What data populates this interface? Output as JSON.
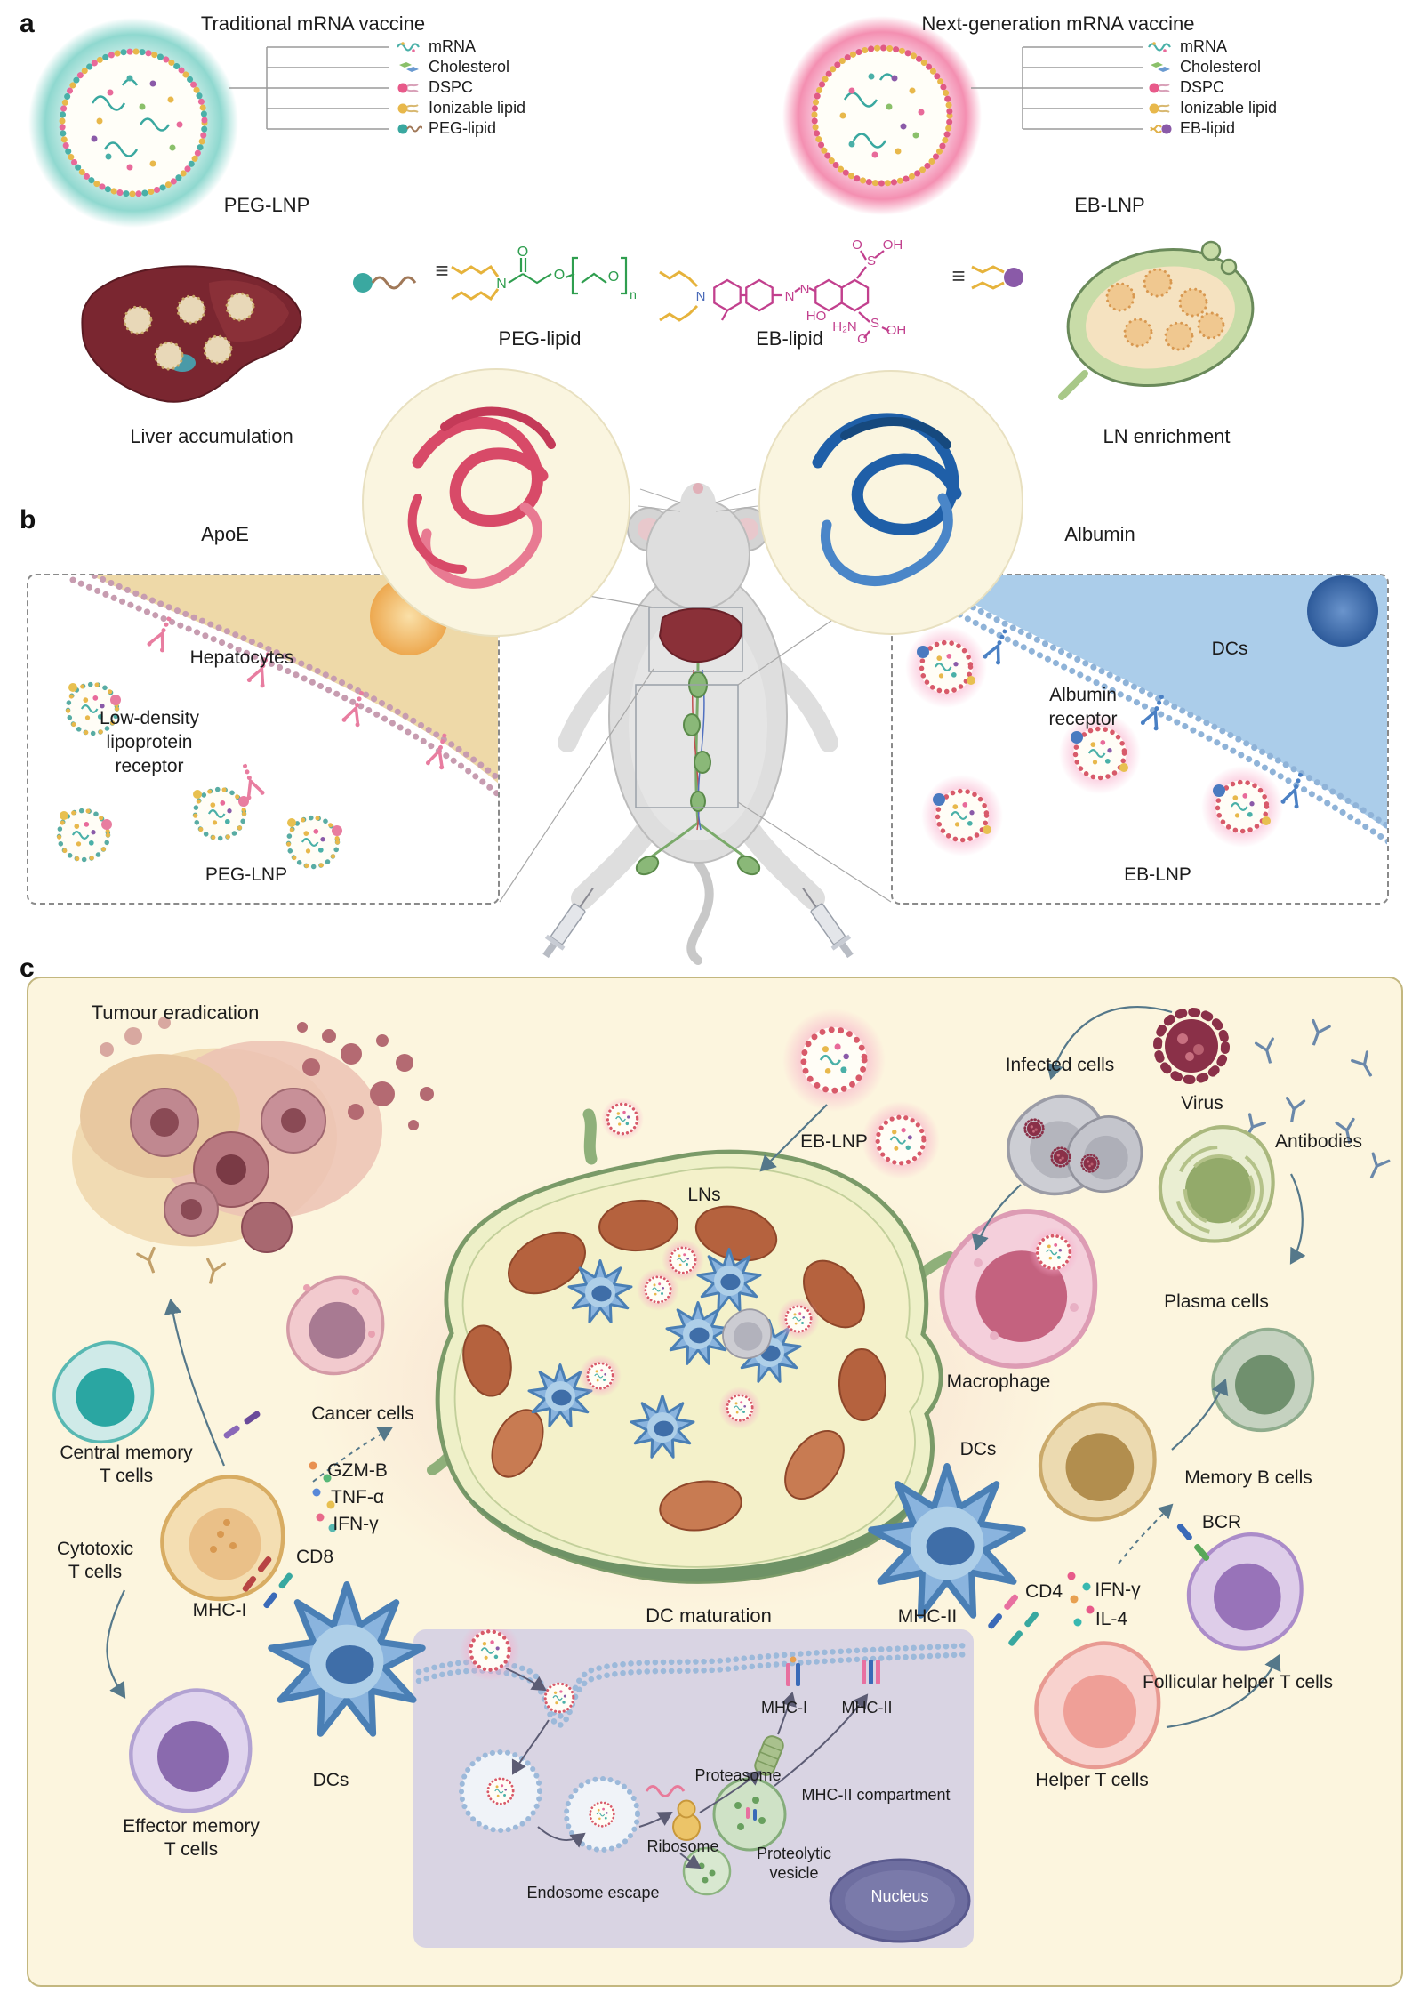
{
  "a": {
    "panel_letter": "a",
    "traditional_title": "Traditional mRNA vaccine",
    "nextgen_title": "Next-generation mRNA vaccine",
    "legend_left": [
      "mRNA",
      "Cholesterol",
      "DSPC",
      "Ionizable lipid",
      "PEG-lipid"
    ],
    "legend_right": [
      "mRNA",
      "Cholesterol",
      "DSPC",
      "Ionizable lipid",
      "EB-lipid"
    ],
    "peg_lnp_label": "PEG-LNP",
    "eb_lnp_label": "EB-LNP",
    "liver_caption": "Liver accumulation",
    "ln_caption": "LN enrichment",
    "peg_structure_caption": "PEG-lipid",
    "eb_structure_caption": "EB-lipid",
    "equiv": "≡",
    "peg_atoms": {
      "o1": "O",
      "n": "N",
      "o2": "O",
      "o3": "O",
      "n_sub": "n"
    },
    "eb_atoms": {
      "n": "N",
      "n1": "N",
      "n2": "N",
      "ho": "HO",
      "h2n": "H₂N",
      "s1": "S",
      "o1": "O",
      "oh1": "OH",
      "s2": "S",
      "o2": "O",
      "oh2": "OH"
    }
  },
  "b": {
    "panel_letter": "b",
    "apoe": "ApoE",
    "albumin": "Albumin",
    "hepatocytes": "Hepatocytes",
    "ldl1": "Low-density",
    "ldl2": "lipoprotein",
    "ldl3": "receptor",
    "peg_lnp": "PEG-LNP",
    "dcs": "DCs",
    "alb1": "Albumin",
    "alb2": "receptor",
    "eb_lnp": "EB-LNP"
  },
  "c": {
    "panel_letter": "c",
    "tumour": "Tumour eradication",
    "eb_lnp": "EB-LNP",
    "lns": "LNs",
    "infected": "Infected cells",
    "virus": "Virus",
    "antibodies": "Antibodies",
    "plasma": "Plasma cells",
    "macrophage": "Macrophage",
    "dcs_right": "DCs",
    "memory_b": "Memory B cells",
    "bcr": "BCR",
    "ifng_r": "IFN-γ",
    "il4": "IL-4",
    "follicular": "Follicular helper T cells",
    "helper": "Helper T cells",
    "cd4": "CD4",
    "mhc2": "MHC-II",
    "central1": "Central memory",
    "central2": "T cells",
    "cancer": "Cancer cells",
    "gzmb": "GZM-B",
    "tnfa": "TNF-α",
    "ifng_l": "IFN-γ",
    "cyto1": "Cytotoxic",
    "cyto2": "T cells",
    "cd8": "CD8",
    "mhc1": "MHC-I",
    "dcs_left": "DCs",
    "eff1": "Effector memory",
    "eff2": "T cells",
    "dc_maturation": "DC maturation"
  },
  "inset": {
    "mhc1": "MHC-I",
    "mhc2": "MHC-II",
    "proteasome": "Proteasome",
    "ribosome": "Ribosome",
    "compartment": "MHC-II compartment",
    "endosome_escape": "Endosome escape",
    "prot1": "Proteolytic",
    "prot2": "vesicle",
    "nucleus": "Nucleus"
  },
  "colors": {
    "panel_bg": "#fcf5de",
    "panel_border": "#c3b77f",
    "teal_glow": "#8fd8cf",
    "pink_glow": "#f48fb1",
    "inset_bg": "#d9d4e3"
  }
}
